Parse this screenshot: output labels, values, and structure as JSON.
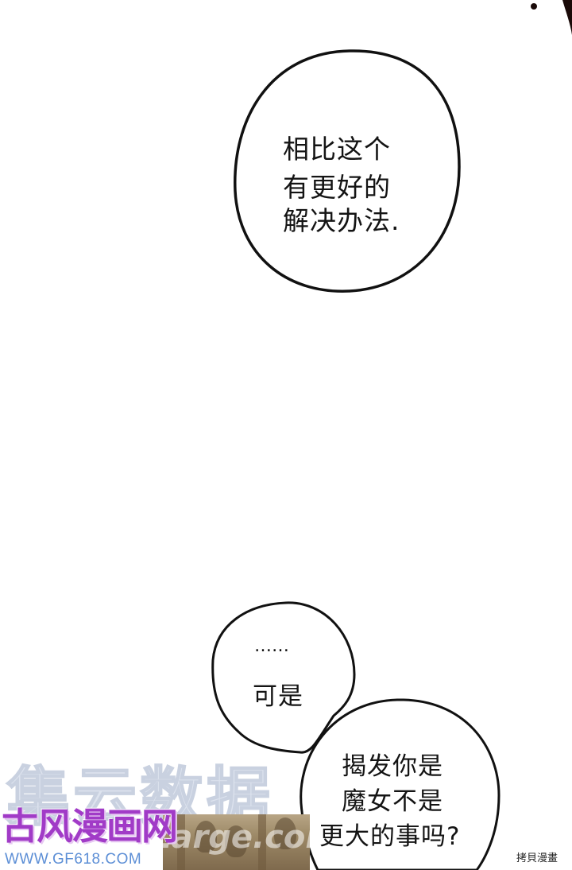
{
  "bubble_top": {
    "lines": [
      "相比这个",
      "有更好的",
      "解决办法."
    ]
  },
  "bubble_bottom_left": {
    "dots": "……",
    "line": "可是"
  },
  "bubble_bottom_right": {
    "lines": [
      "揭发你是",
      "魔女不是",
      "更大的事吗?"
    ]
  },
  "watermark": {
    "big_text": "集云数据",
    "ghost_text": "Large.com",
    "logo_text": "古风漫画网",
    "url": "WWW.GF618.COM"
  },
  "corner_stamp": "拷貝漫畫",
  "colors": {
    "ink": "#141414",
    "logo": "#a13bc7",
    "url": "#5d8fd6",
    "watermark_big": "#dde3ee"
  }
}
